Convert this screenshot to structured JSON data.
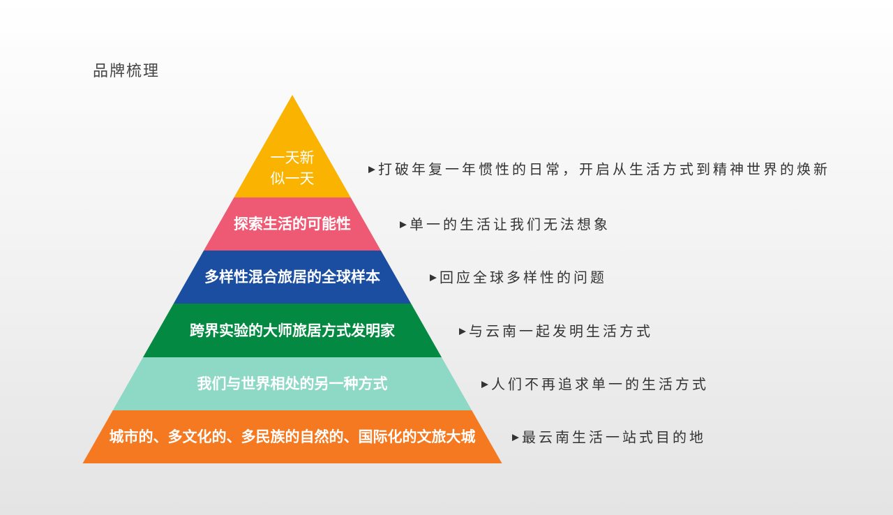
{
  "title": "品牌梳理",
  "tiers": [
    {
      "label_lines": [
        "一天新",
        "似一天"
      ],
      "desc": "打破年复一年惯性的日常，开启从生活方式到精神世界的焕新",
      "color": "#F9B300"
    },
    {
      "label_lines": [
        "探索生活的可能性"
      ],
      "desc": "单一的生活让我们无法想象",
      "color": "#EE5A73"
    },
    {
      "label_lines": [
        "多样性混合旅居的全球样本"
      ],
      "desc": "回应全球多样性的问题",
      "color": "#1B4EA0"
    },
    {
      "label_lines": [
        "跨界实验的大师旅居方式发明家"
      ],
      "desc": "与云南一起发明生活方式",
      "color": "#038941"
    },
    {
      "label_lines": [
        "我们与世界相处的另一种方式"
      ],
      "desc": "人们不再追求单一的生活方式",
      "color": "#8ED8C6"
    },
    {
      "label_lines": [
        "城市的、多文化的、多民族的自然的、国际化的文旅大城"
      ],
      "desc": "最云南生活一站式目的地",
      "color": "#F47920"
    }
  ],
  "arrow_glyph": "▶"
}
